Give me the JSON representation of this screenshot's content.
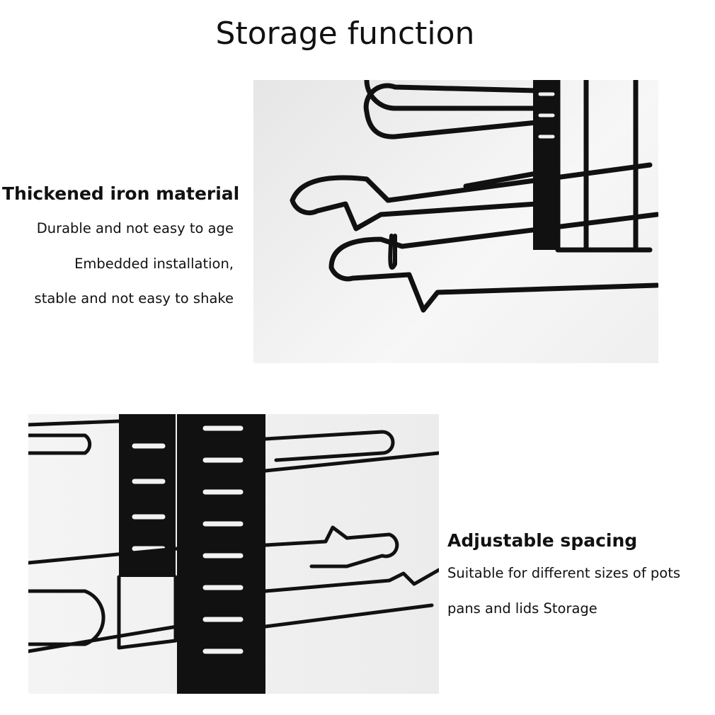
{
  "title": "Storage function",
  "feature_top": {
    "heading": "Thickened iron material",
    "lines": [
      "Durable and not easy to age",
      "Embedded installation,",
      "stable and not easy to shake"
    ]
  },
  "feature_bottom": {
    "heading": "Adjustable spacing",
    "lines": [
      "Suitable for different sizes of pots",
      "pans and lids Storage"
    ]
  }
}
